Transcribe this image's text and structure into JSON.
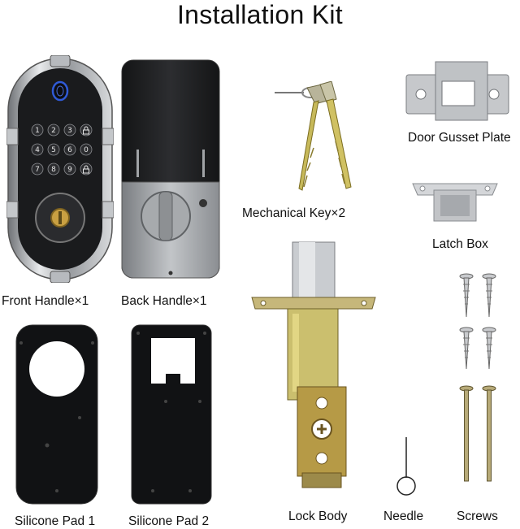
{
  "title": "Installation Kit",
  "items": {
    "front_handle": "Front Handle×1",
    "back_handle": "Back Handle×1",
    "mechanical_key": "Mechanical Key×2",
    "door_gusset_plate": "Door Gusset Plate",
    "latch_box": "Latch Box",
    "silicone_pad_1": "Silicone Pad 1",
    "silicone_pad_2": "Silicone Pad 2",
    "lock_body": "Lock Body",
    "needle": "Needle",
    "screws": "Screws"
  },
  "keypad_keys": [
    "1",
    "2",
    "lock",
    "3",
    "4",
    "5",
    "6",
    "0",
    "7",
    "8",
    "9",
    "lock"
  ]
}
